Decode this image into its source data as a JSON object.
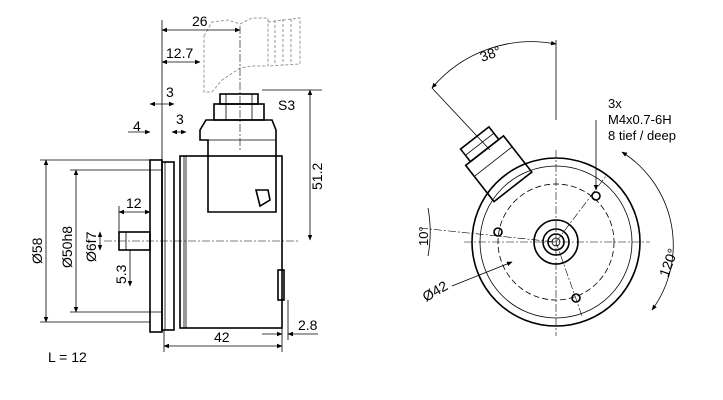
{
  "side_view": {
    "dims": {
      "connector_26": "26",
      "flange_12_7": "12.7",
      "three_a": "3",
      "three_b": "3",
      "four": "4",
      "s3": "S3",
      "height_51_2": "51.2",
      "dia58": "Ø58",
      "dia50h8": "Ø50h8",
      "dia6f7": "Ø6f7",
      "shaft_12": "12",
      "five_3": "5.3",
      "body_42": "42",
      "two_8": "2.8"
    },
    "note_L": "L = 12"
  },
  "front_view": {
    "angle_38": "38°",
    "angle_10": "10°",
    "angle_120": "120°",
    "dia42": "Ø42",
    "thread_note": [
      "3x",
      "M4x0.7-6H",
      "8 tief / deep"
    ]
  }
}
